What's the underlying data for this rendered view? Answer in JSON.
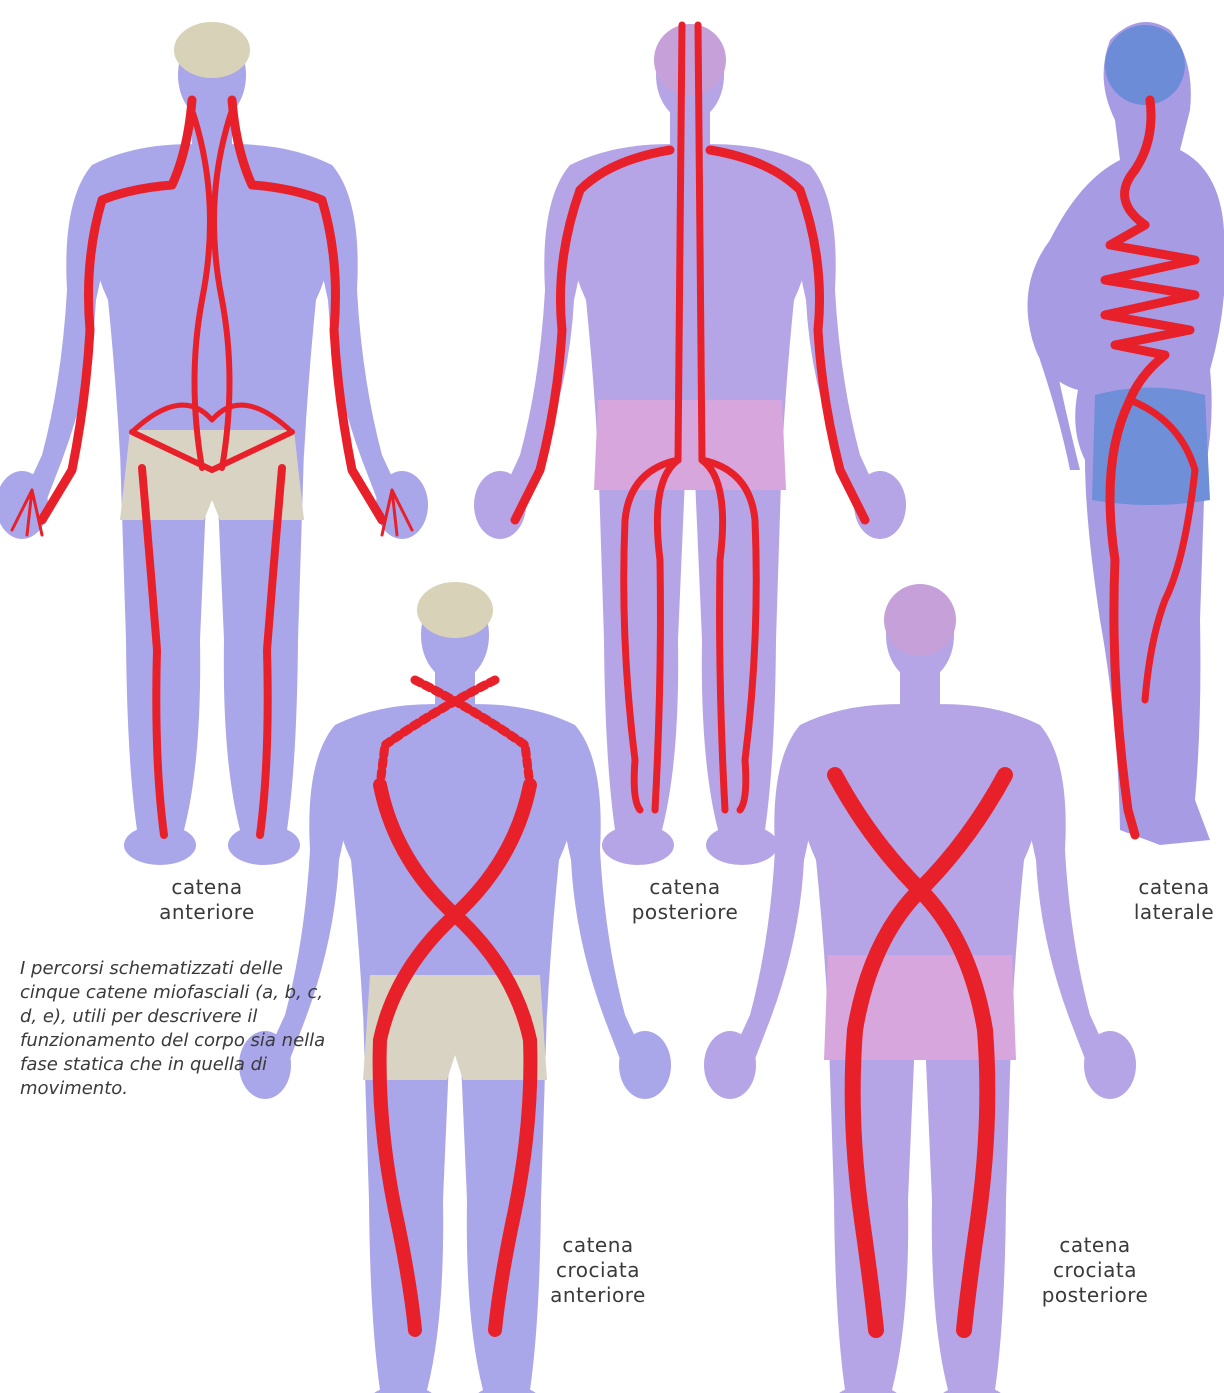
{
  "figures": [
    {
      "id": "a",
      "lines": [
        "catena",
        "anteriore"
      ]
    },
    {
      "id": "b",
      "lines": [
        "catena",
        "posteriore"
      ]
    },
    {
      "id": "c",
      "lines": [
        "catena",
        "laterale"
      ]
    },
    {
      "id": "d",
      "lines": [
        "catena",
        "crociata",
        "anteriore"
      ]
    },
    {
      "id": "e",
      "lines": [
        "catena",
        "crociata",
        "posteriore"
      ]
    }
  ],
  "caption": "I percorsi schematizzati delle cinque catene miofasciali (a, b, c, d, e), utili per descrivere il funzionamento del corpo sia nella fase statica che in quella di movimento.",
  "colors": {
    "body": "#a9a6ea",
    "body_back": "#b6a5e6",
    "body_side": "#a79be4",
    "shorts_front": "#d9d3c4",
    "shorts_back": "#d6a6dc",
    "shorts_side": "#6f8fd8",
    "hair_front": "#d8d3b8",
    "hair_back": "#c6a0d8",
    "hair_side": "#6d8cd8",
    "chain": "#e8202a"
  }
}
